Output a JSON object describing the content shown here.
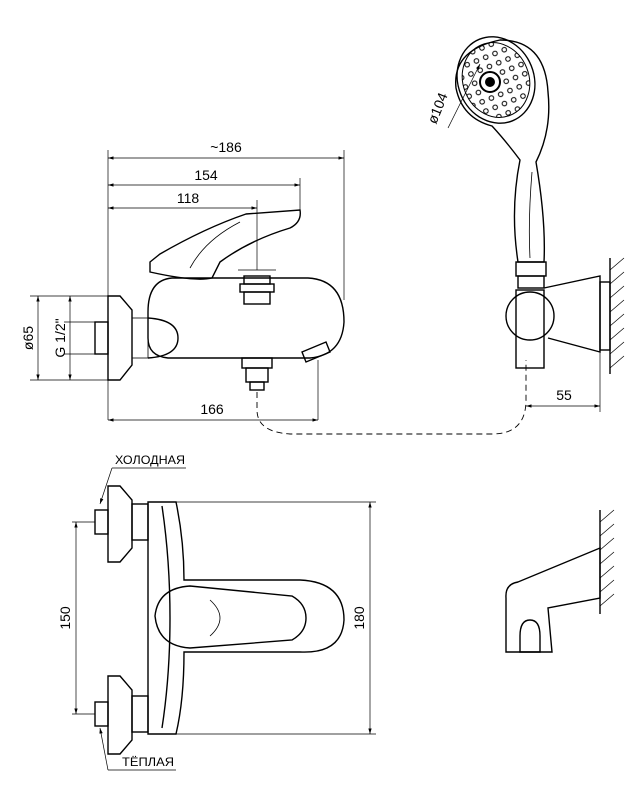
{
  "dimensions": {
    "overall_width": "~186",
    "width_154": "154",
    "width_118": "118",
    "width_166": "166",
    "diameter_65": "ø65",
    "thread": "G 1/2\"",
    "shower_diameter": "ø104",
    "holder_offset": "55",
    "center_distance": "150",
    "body_height": "180"
  },
  "labels": {
    "cold": "ХОЛОДНАЯ",
    "warm": "ТЁПЛАЯ"
  }
}
